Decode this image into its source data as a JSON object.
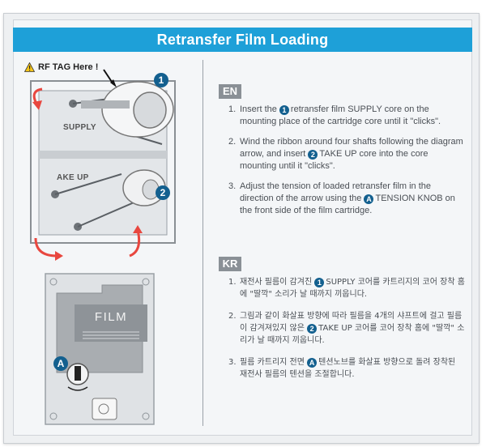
{
  "title": "Retransfer Film Loading",
  "rf_tag": "RF TAG Here !",
  "labels": {
    "supply": "SUPPLY",
    "takeup": "AKE UP",
    "film": "FILM"
  },
  "badges": {
    "one": "1",
    "two": "2",
    "a": "A"
  },
  "en": {
    "tag": "EN",
    "steps": [
      {
        "num": "1.",
        "badge": "1",
        "before": "Insert the ",
        "after": "retransfer film SUPPLY core on the mounting place of the cartridge core until it \"clicks\"."
      },
      {
        "num": "2.",
        "badge": "2",
        "before": "Wind the ribbon around four shafts following the diagram arrow, and insert ",
        "after": "TAKE UP core into the core mounting until it \"clicks\"."
      },
      {
        "num": "3.",
        "badge": "A",
        "before": "Adjust the tension of loaded retransfer film in the direction of the arrow using the ",
        "after": "TENSION KNOB on the front side of the film cartridge."
      }
    ]
  },
  "kr": {
    "tag": "KR",
    "steps": [
      {
        "num": "1.",
        "badge": "1",
        "before": "재전사 필름이 감겨진 ",
        "after": "SUPPLY 코어를 카트리지의 코어 장착 홈에 \"딸깍\" 소리가 날 때까지 끼웁니다."
      },
      {
        "num": "2.",
        "badge": "2",
        "before": "그림과 같이 화살표 방향에 따라 필름을 4개의 샤프트에 걸고 필름이 감겨져있지 않은 ",
        "after": "TAKE UP 코어를 코어 장착 홈에 \"딸깍\" 소리가 날 때까지 끼웁니다."
      },
      {
        "num": "3.",
        "badge": "A",
        "before": "필름 카트리지 전면 ",
        "after": "텐션노브를 화살표 방향으로 돌려 장착된 재전사 필름의 텐션을 조절합니다."
      }
    ]
  },
  "colors": {
    "title_bg": "#1ea0d8",
    "badge": "#13608f",
    "arrow": "#e8473f",
    "tag_bg": "#8a9096"
  }
}
